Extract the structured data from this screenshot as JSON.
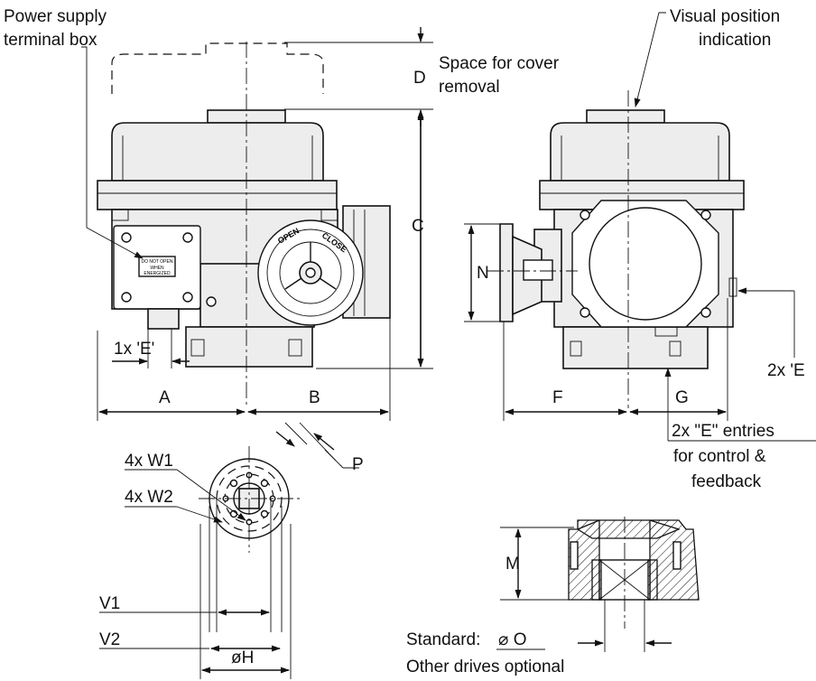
{
  "labels": {
    "power_supply_1": "Power supply",
    "power_supply_2": "terminal box",
    "visual_1": "Visual position",
    "visual_2": "indication",
    "space_1": "Space for cover",
    "space_2": "removal",
    "dim_D": "D",
    "dim_C": "C",
    "dim_N": "N",
    "dim_A": "A",
    "dim_B": "B",
    "dim_F": "F",
    "dim_G": "G",
    "entry_1x": "1x  'E'",
    "entry_2x_side": "2x 'E",
    "entries_1": "2x \"E\" entries",
    "entries_2": "for control  &",
    "entries_3": "feedback",
    "w1": "4x W1",
    "w2": "4x W2",
    "dim_P": "P",
    "dim_V1": "V1",
    "dim_V2": "V2",
    "dim_H": "øH",
    "dim_M": "M",
    "standard": "Standard:",
    "standard_sym": "⌀ O",
    "other_drives": "Other drives optional",
    "plate_1": "DO NOT OPEN",
    "plate_2": "WHEN",
    "plate_3": "ENERGIZED",
    "handwheel_open": "OPEN",
    "handwheel_close": "CLOSE"
  },
  "colors": {
    "line": "#111111",
    "fill": "#ededed",
    "fill_dark": "#d9d9d9",
    "background": "#ffffff"
  }
}
